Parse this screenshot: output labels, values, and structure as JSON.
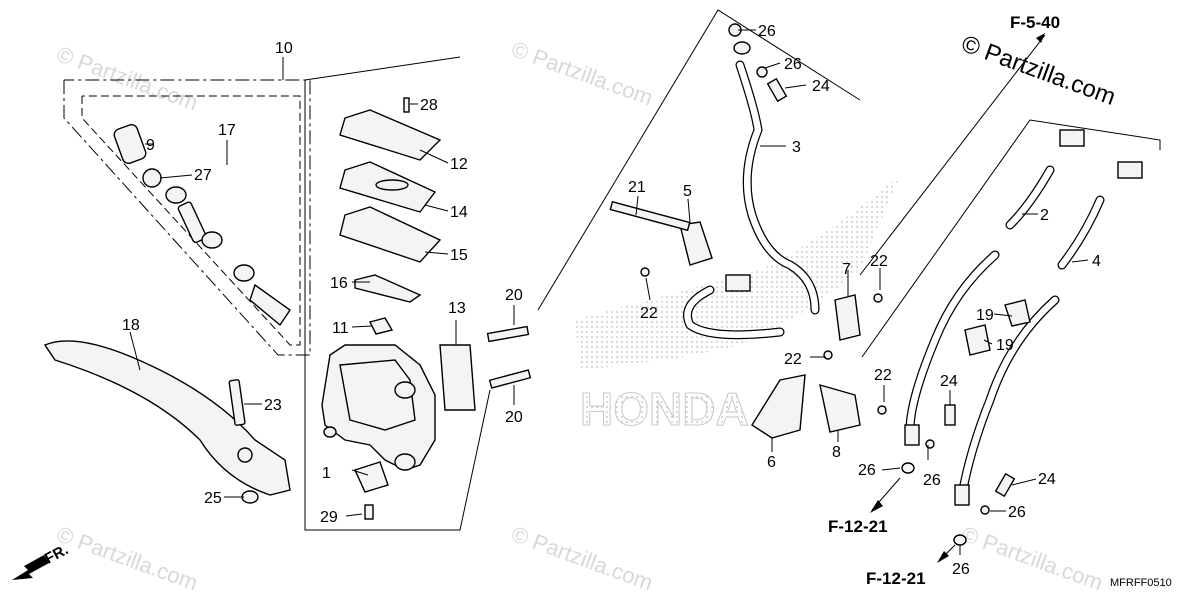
{
  "watermark": {
    "brand": "© Partzilla.com",
    "corner_mark": "© Partzilla.com"
  },
  "diagram_code": "MFRFF0510",
  "logo_text": "HONDA",
  "direction_label": "FR.",
  "references": {
    "top_right": "F-5-40",
    "bottom_left": "F-12-21",
    "bottom_right": "F-12-21"
  },
  "callouts": {
    "n1": "1",
    "n2": "2",
    "n3": "3",
    "n4": "4",
    "n5": "5",
    "n6": "6",
    "n7": "7",
    "n8": "8",
    "n9": "9",
    "n10": "10",
    "n11": "11",
    "n12": "12",
    "n13": "13",
    "n14": "14",
    "n15": "15",
    "n16": "16",
    "n17": "17",
    "n18": "18",
    "n19a": "19",
    "n19b": "19",
    "n20a": "20",
    "n20b": "20",
    "n21": "21",
    "n22a": "22",
    "n22b": "22",
    "n22c": "22",
    "n22d": "22",
    "n23": "23",
    "n24a": "24",
    "n24b": "24",
    "n24c": "24",
    "n25": "25",
    "n26a": "26",
    "n26b": "26",
    "n26c": "26",
    "n26d": "26",
    "n26e": "26",
    "n27": "27",
    "n28": "28",
    "n29": "29"
  }
}
